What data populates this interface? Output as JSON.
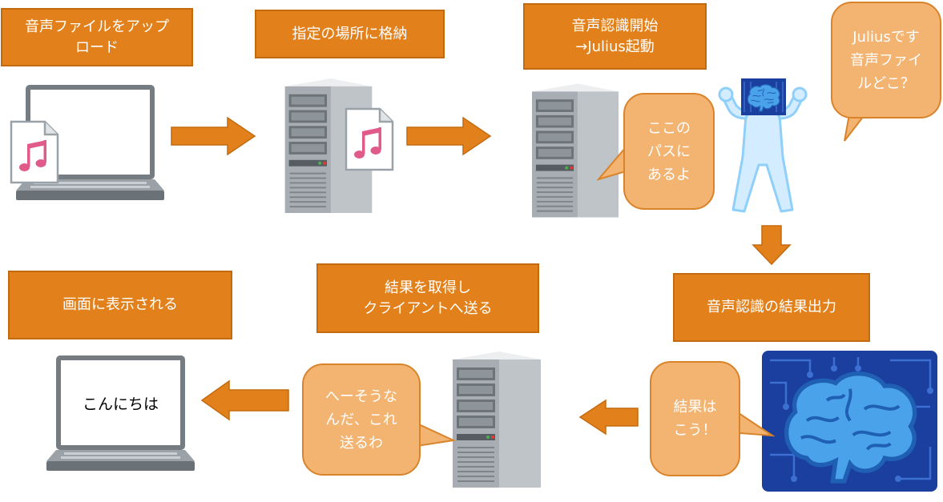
{
  "steps": {
    "upload": "音声ファイルをアップ\nロード",
    "store": "指定の場所に格納",
    "recognize": "音声認識開始\n→Julius起動",
    "output": "音声認識の結果出力",
    "send": "結果を取得し\nクライアントへ送る",
    "display": "画面に表示される"
  },
  "bubbles": {
    "julius_question": "Juliusです\n音声ファイ\nルどこ？",
    "server_answer": "ここの\nパスに\nあるよ",
    "result": "結果は\nこう！",
    "server_reply": "へーそうな\nんだ、これ\n送るわ"
  },
  "screen": {
    "greeting": "こんにちは"
  },
  "colors": {
    "box_fill": "#e2811b",
    "bubble_fill": "#f3b371",
    "arrow": "#e2811b",
    "brain_bg": "#1a3f9e",
    "brain": "#4aa3ea"
  },
  "icons": {
    "music_file": "music-note-file-icon",
    "server": "server-tower",
    "laptop": "laptop",
    "brain": "brain-circuit"
  }
}
